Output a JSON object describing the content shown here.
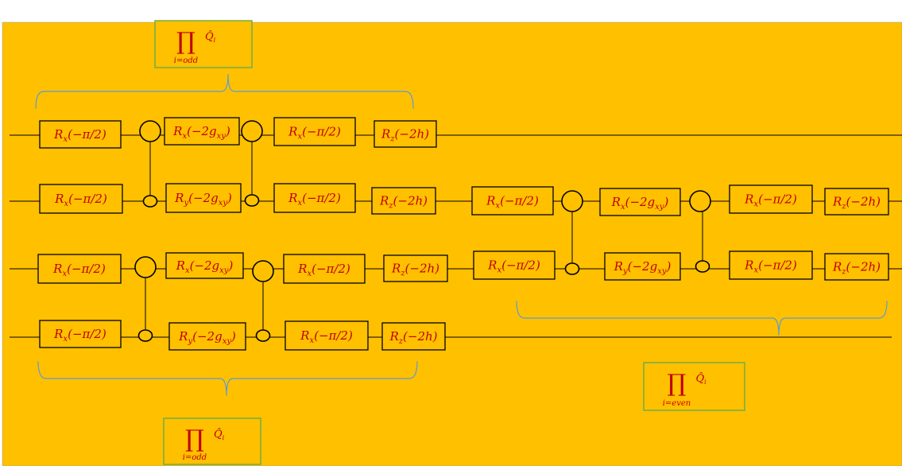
{
  "colors": {
    "background": "#FFC000",
    "border": "#70AD47",
    "brace": "#5B9BD5",
    "text": "#C00000",
    "wire": "#000000"
  },
  "labels": {
    "rx_pi2": "R",
    "rx_pi2_sub": "x",
    "rx_pi2_arg": "(−π/2)",
    "rx_g": "R",
    "rx_g_sub": "x",
    "rx_g_arg": "(−2g",
    "rx_g_arg_sub": "xy",
    "rx_g_arg_end": ")",
    "ry_g": "R",
    "ry_g_sub": "y",
    "ry_g_arg": "(−2g",
    "ry_g_arg_sub": "xy",
    "ry_g_arg_end": ")",
    "rz_h": "R",
    "rz_h_sub": "z",
    "rz_h_arg": "(−2h)"
  },
  "products": {
    "odd_top": {
      "symbol": "∏",
      "operator": "Q̂",
      "operator_sub": "i",
      "index": "i=odd"
    },
    "odd_bottom": {
      "symbol": "∏",
      "operator": "Q̂",
      "operator_sub": "i",
      "index": "i=odd"
    },
    "even": {
      "symbol": "∏",
      "operator": "Q̂",
      "operator_sub": "i",
      "index": "i=even"
    }
  }
}
